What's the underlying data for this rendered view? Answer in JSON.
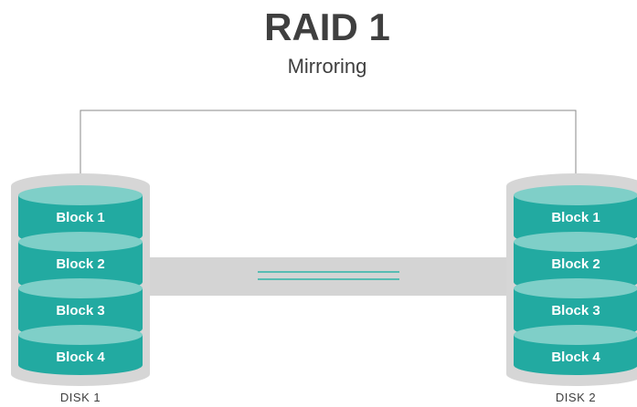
{
  "header": {
    "title": "RAID 1",
    "subtitle": "Mirroring"
  },
  "disks": [
    {
      "label": "DISK 1",
      "blocks": [
        "Block 1",
        "Block 2",
        "Block 3",
        "Block 4"
      ]
    },
    {
      "label": "DISK 2",
      "blocks": [
        "Block 1",
        "Block 2",
        "Block 3",
        "Block 4"
      ]
    }
  ],
  "colors": {
    "block_top": "#7fcfc8",
    "block_body": "#22aaa1",
    "disk_shell": "#d6d6d6",
    "connector": "#d4d4d4",
    "mirror_lines": "#2fb3a8",
    "line": "#8a8a8a",
    "text_dark": "#3f3f3f"
  }
}
